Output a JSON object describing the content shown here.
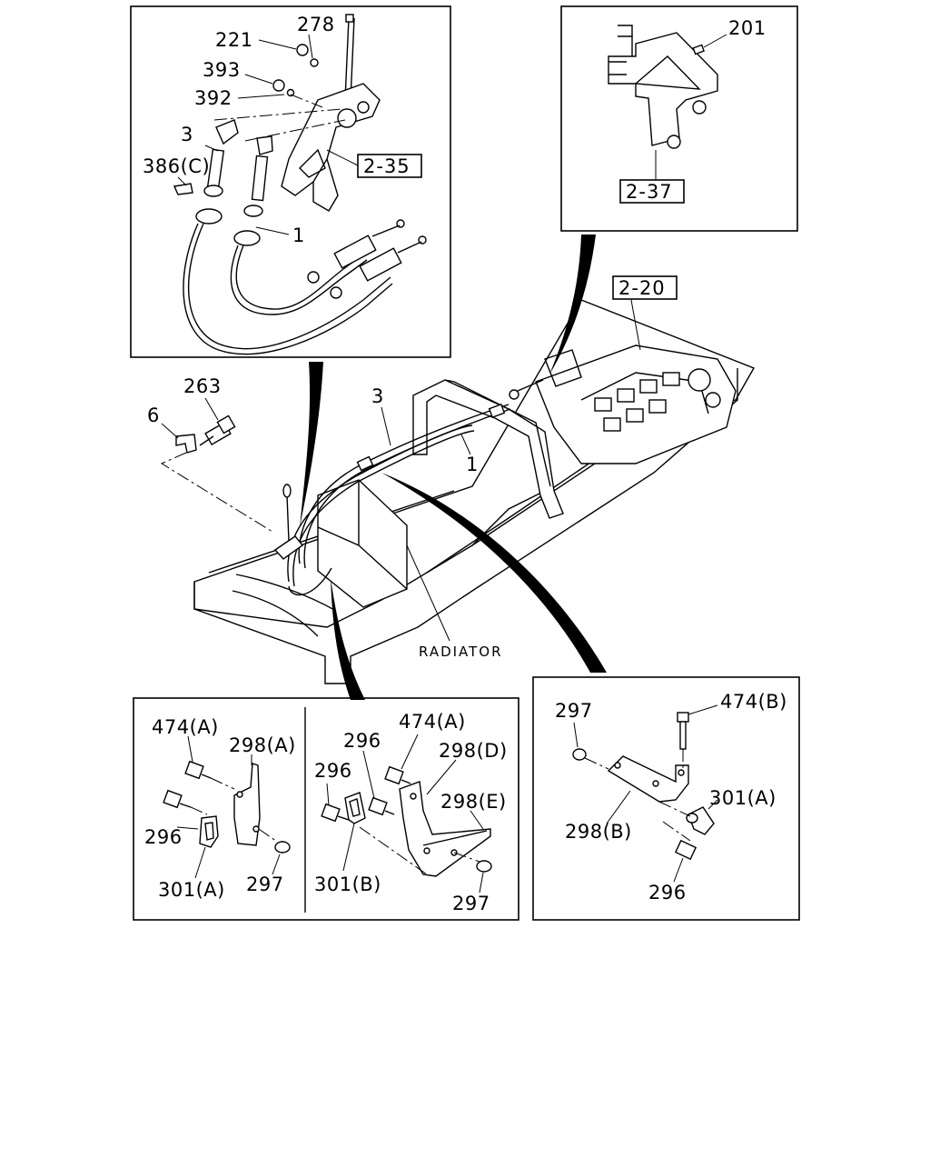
{
  "insets": {
    "cable_detail": {
      "labels": [
        "278",
        "221",
        "393",
        "392",
        "3",
        "386(C)",
        "1"
      ],
      "ref": "2-35"
    },
    "bracket_detail": {
      "labels": [
        "201"
      ],
      "ref": "2-37"
    },
    "bottom_left": {
      "left_labels": [
        "474(A)",
        "298(A)",
        "296",
        "301(A)",
        "297"
      ],
      "right_labels": [
        "296",
        "474(A)",
        "296",
        "298(D)",
        "298(E)",
        "301(B)",
        "297"
      ]
    },
    "bottom_right": {
      "labels": [
        "297",
        "474(B)",
        "301(A)",
        "298(B)",
        "296"
      ]
    }
  },
  "main": {
    "labels": [
      "263",
      "6",
      "3",
      "1"
    ],
    "ref": "2-20",
    "radiator_caption": "RADIATOR"
  }
}
